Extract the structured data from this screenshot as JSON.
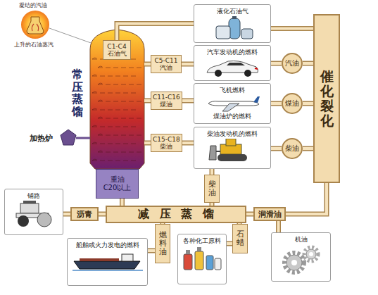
{
  "diagram": {
    "nodes": [
      {
        "text": [
          "常压蒸馏"
        ]
      },
      {
        "text": [
          "C1-C4",
          "石油气"
        ],
        "in": 0
      },
      {
        "text": [
          "重油",
          "C20以上"
        ],
        "in": 0
      },
      {
        "text": [
          "C5-C11",
          "汽油"
        ]
      },
      {
        "text": [
          "C11-C16",
          "煤油"
        ]
      },
      {
        "text": [
          "C15-C18",
          "柴油"
        ]
      },
      {
        "text": [
          "液化石油气"
        ]
      },
      {
        "text": [
          "汽车发动机的燃料"
        ]
      },
      {
        "text": [
          "飞机燃料",
          "煤油炉的燃料"
        ]
      },
      {
        "text": [
          "柴油发动机的燃料"
        ]
      },
      {
        "text": [
          "汽油"
        ]
      },
      {
        "text": [
          "煤油"
        ]
      },
      {
        "text": [
          "柴油"
        ]
      },
      {
        "text": [
          "催化裂化"
        ]
      },
      {
        "text": [
          "沥青"
        ]
      },
      {
        "text": [
          "减压蒸馏"
        ]
      },
      {
        "text": [
          "润滑油"
        ]
      },
      {
        "text": [
          "柴油"
        ]
      },
      {
        "text": [
          "燃料油"
        ]
      },
      {
        "text": [
          "石蜡"
        ]
      },
      {
        "text": [
          "铺路"
        ]
      },
      {
        "text": [
          "船舶或火力发电的燃料"
        ]
      },
      {
        "text": [
          "各种化工原料"
        ]
      },
      {
        "text": [
          "机油"
        ]
      }
    ],
    "edges": [
      {
        "from": 1,
        "to": 6,
        "arrow": "none"
      },
      {
        "from": 0,
        "to": 3,
        "arrow": "none"
      },
      {
        "from": 0,
        "to": 4,
        "arrow": "none"
      },
      {
        "from": 0,
        "to": 5,
        "arrow": "none"
      },
      {
        "from": 3,
        "to": 7,
        "arrow": "none"
      },
      {
        "from": 4,
        "to": 8,
        "arrow": "none"
      },
      {
        "from": 5,
        "to": 9,
        "arrow": "none"
      },
      {
        "from": 10,
        "to": 7,
        "arrow": "none"
      },
      {
        "from": 11,
        "to": 8,
        "arrow": "none"
      },
      {
        "from": 12,
        "to": 9,
        "arrow": "none"
      },
      {
        "from": 6,
        "to": 13,
        "arrow": "none"
      },
      {
        "from": 10,
        "to": 13,
        "arrow": "none"
      },
      {
        "from": 11,
        "to": 13,
        "arrow": "none"
      },
      {
        "from": 12,
        "to": 13,
        "arrow": "none"
      },
      {
        "from": 2,
        "to": 15,
        "arrow": "none"
      },
      {
        "from": 15,
        "to": 14,
        "arrow": "none"
      },
      {
        "from": 15,
        "to": 16,
        "arrow": "none"
      },
      {
        "from": 14,
        "to": 20,
        "arrow": "none"
      },
      {
        "from": 15,
        "to": 17,
        "arrow": "none"
      },
      {
        "from": 17,
        "to": 9,
        "arrow": "none"
      },
      {
        "from": 15,
        "to": 18,
        "arrow": "none"
      },
      {
        "from": 18,
        "to": 21,
        "arrow": "none"
      },
      {
        "from": 15,
        "to": 19,
        "arrow": "none"
      },
      {
        "from": 19,
        "to": 22,
        "arrow": "none"
      },
      {
        "from": 16,
        "to": 23,
        "arrow": "none"
      },
      {
        "from": 13,
        "to": 16,
        "arrow": "none"
      }
    ],
    "labels": [
      "凝结的汽油",
      "上升的石油蒸汽",
      "加热炉"
    ]
  }
}
